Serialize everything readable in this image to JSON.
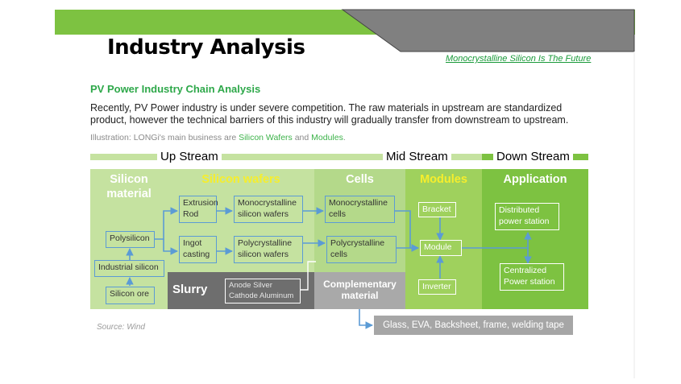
{
  "header": {
    "title": "Industry Analysis",
    "tagline": "Monocrystalline Silicon Is The Future"
  },
  "section": {
    "subtitle": "PV Power Industry Chain Analysis",
    "description": "Recently, PV Power industry is under severe competition. The raw materials in upstream are standardized product, however the technical barriers of this industry will gradually transfer from downstream to upstream.",
    "illustration_prefix": "Illustration: LONGi's main business are ",
    "illustration_item1": "Silicon Wafers",
    "illustration_and": " and ",
    "illustration_item2": "Modules",
    "illustration_suffix": "."
  },
  "stages": {
    "up": "Up Stream",
    "mid": "Mid Stream",
    "down": "Down Stream"
  },
  "columns": {
    "silicon_material": "Silicon material",
    "silicon_wafers": "Silicon wafers",
    "cells": "Cells",
    "modules": "Modules",
    "application": "Application"
  },
  "nodes": {
    "silicon_ore": "Silicon ore",
    "industrial_silicon": "Industrial silicon",
    "polysilicon": "Polysilicon",
    "extrusion_rod": "Extrusion Rod",
    "ingot_casting": "Ingot casting",
    "mono_wafers": "Monocrystalline silicon wafers",
    "poly_wafers": "Polycrystalline silicon wafers",
    "mono_cells": "Monocrystalline cells",
    "poly_cells": "Polycrystalline cells",
    "bracket": "Bracket",
    "module": "Module",
    "inverter": "Inverter",
    "distributed": "Distributed power station",
    "centralized": "Centralized Power station",
    "slurry": "Slurry",
    "anode_cathode": "Anode Silver Cathode Aluminum",
    "complementary": "Complementary material",
    "glass_etc": "Glass, EVA, Backsheet, frame, welding tape"
  },
  "footer": {
    "source": "Source: Wind"
  },
  "colors": {
    "green_dark": "#7dc241",
    "green_light": "#c5e2a0",
    "gray_dark": "#6e6e6e",
    "arrow_blue": "#5b9bd5"
  }
}
